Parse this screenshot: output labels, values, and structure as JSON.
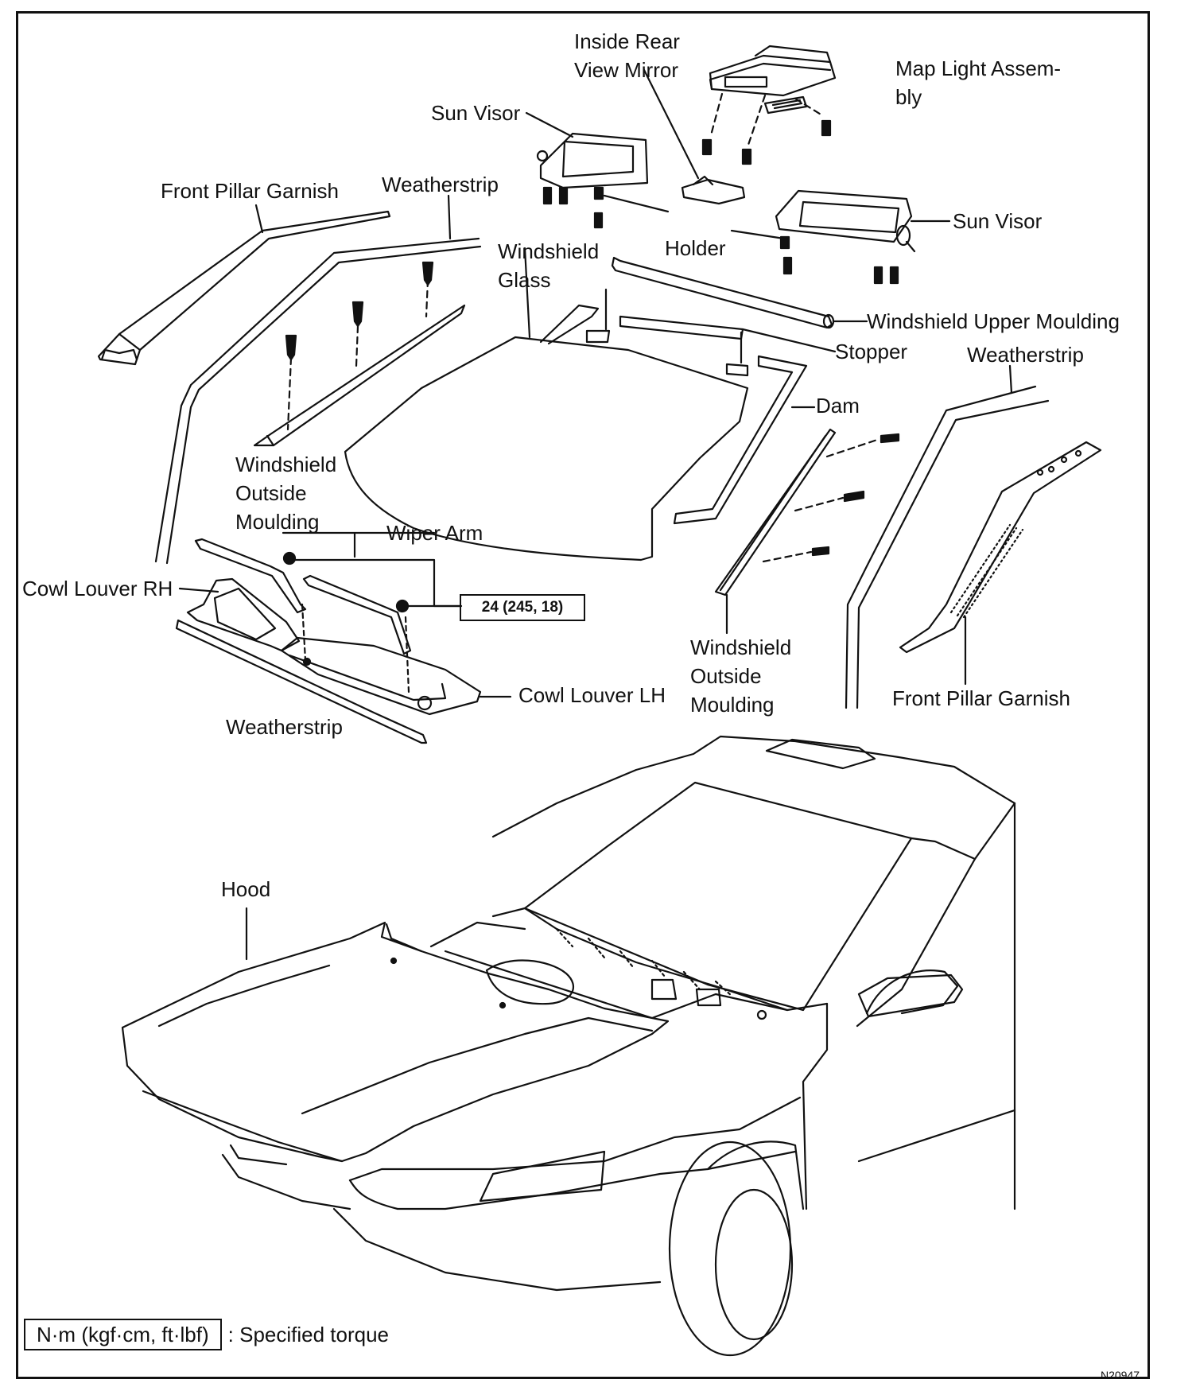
{
  "labels": {
    "inside_rear_view_mirror": [
      "Inside Rear",
      "View Mirror"
    ],
    "map_light_assembly": [
      "Map  Light  Assem-",
      "bly"
    ],
    "sun_visor_left": "Sun Visor",
    "sun_visor_right": "Sun Visor",
    "front_pillar_garnish_left": "Front Pillar Garnish",
    "front_pillar_garnish_right": "Front Pillar Garnish",
    "weatherstrip_left": "Weatherstrip",
    "weatherstrip_right": "Weatherstrip",
    "weatherstrip_cowl": "Weatherstrip",
    "windshield_glass": [
      "Windshield",
      "Glass"
    ],
    "holder": "Holder",
    "windshield_upper_moulding": "Windshield Upper Moulding",
    "stopper": "Stopper",
    "dam": "Dam",
    "windshield_outside_moulding_left": [
      "Windshield",
      "Outside",
      "Moulding"
    ],
    "windshield_outside_moulding_right": [
      "Windshield",
      "Outside",
      "Moulding"
    ],
    "wiper_arm": "Wiper Arm",
    "cowl_louver_rh": "Cowl Louver RH",
    "cowl_louver_lh": "Cowl Louver LH",
    "hood": "Hood"
  },
  "torque": "24 (245, 18)",
  "legend": {
    "units": "N·m (kgf·cm, ft·lbf)",
    "text": ": Specified torque"
  },
  "figure_code": "N20947"
}
